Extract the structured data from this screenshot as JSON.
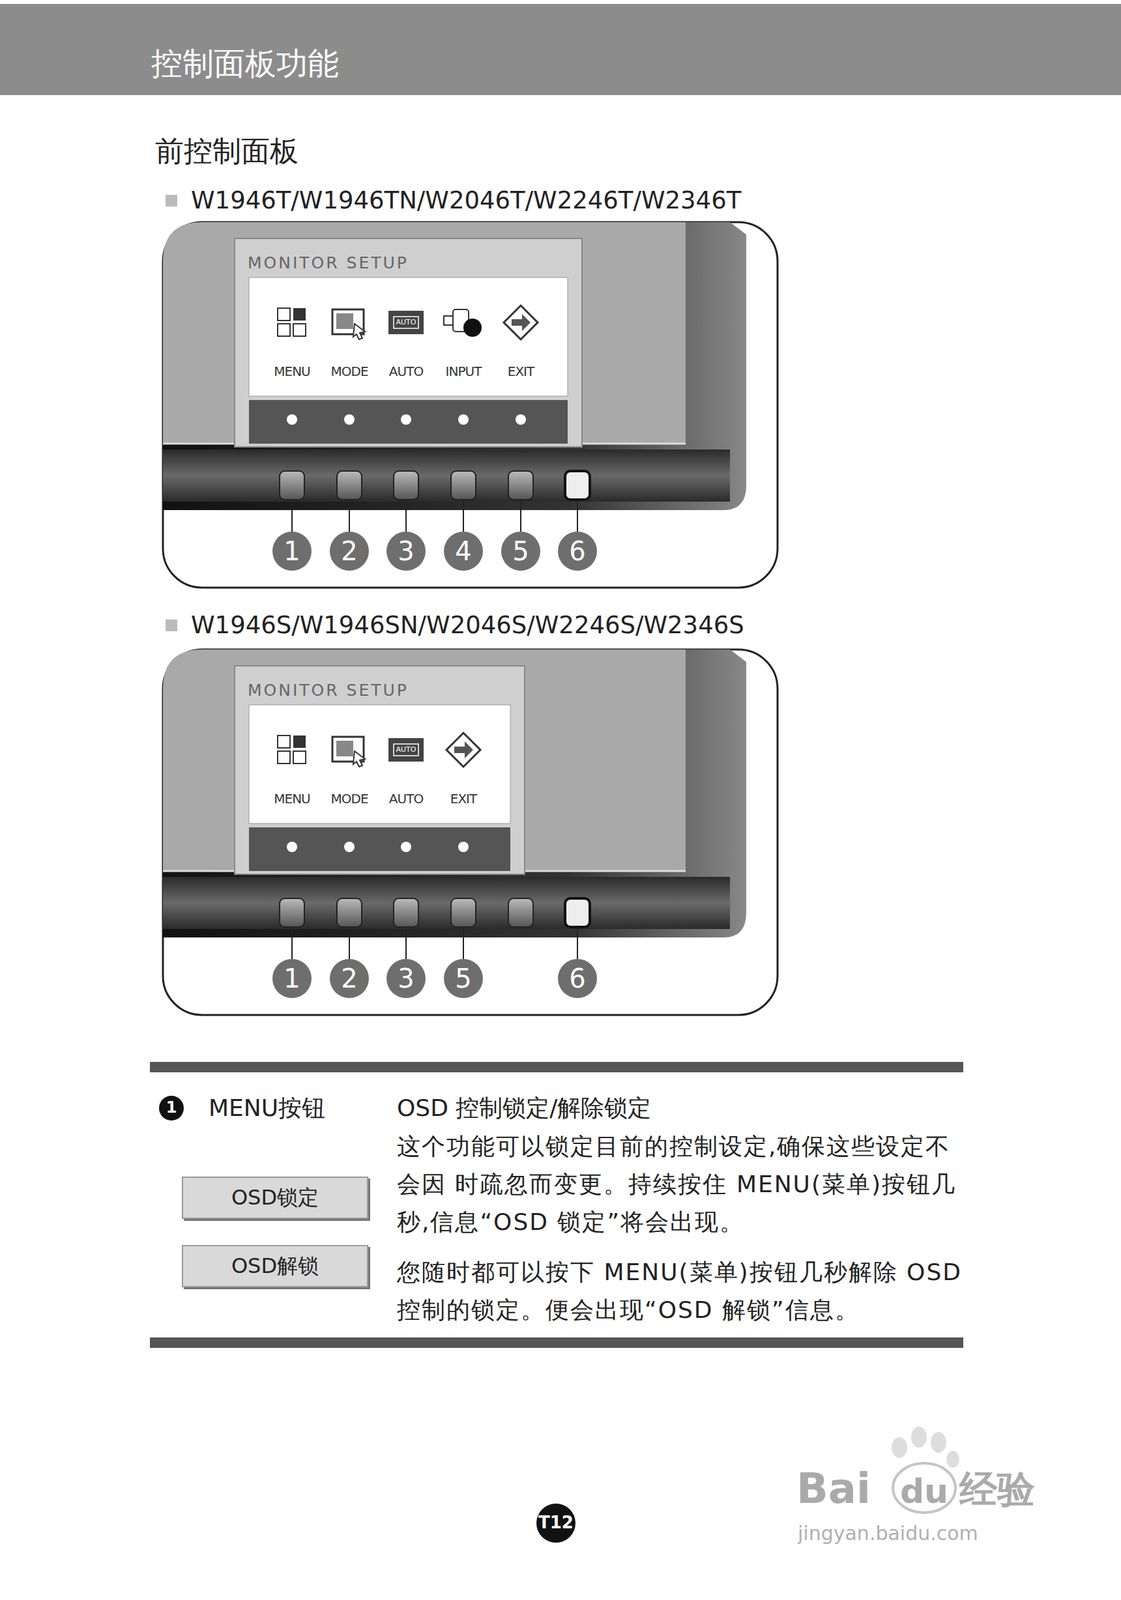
{
  "diagram": {
    "title": "控制面板功能",
    "nodes": [
      {
        "text": [
          "OSD锁定"
        ]
      },
      {
        "text": [
          "OSD解锁"
        ]
      }
    ],
    "labels": [
      "前控制面板",
      "W1946T/W1946TN/W2046T/W2246T/W2346T",
      "MONITOR SETUP",
      "AUTO",
      "MENU",
      "MODE",
      "AUTO",
      "INPUT",
      "EXIT",
      "1",
      "2",
      "3",
      "4",
      "5",
      "6",
      "W1946S/W1946SN/W2046S/W2246S/W2346S",
      "MONITOR SETUP",
      "AUTO",
      "MENU",
      "MODE",
      "AUTO",
      "EXIT",
      "1",
      "2",
      "3",
      "5",
      "6",
      "1",
      "MENU按钮",
      "OSD 控制锁定/解除锁定",
      "这个功能可以锁定目前的控制设定,确保这些设定不会因 时疏忽而变更。持续按住 MENU(菜单)按钮几秒,信息“OSD 锁定”将会出现。",
      "您随时都可以按下 MENU(菜单)按钮几秒解除 OSD 控制的锁定。便会出现“OSD 解锁”信息。",
      "T12",
      "Bai",
      "du",
      "经验",
      "jingyan.baidu.com"
    ]
  }
}
